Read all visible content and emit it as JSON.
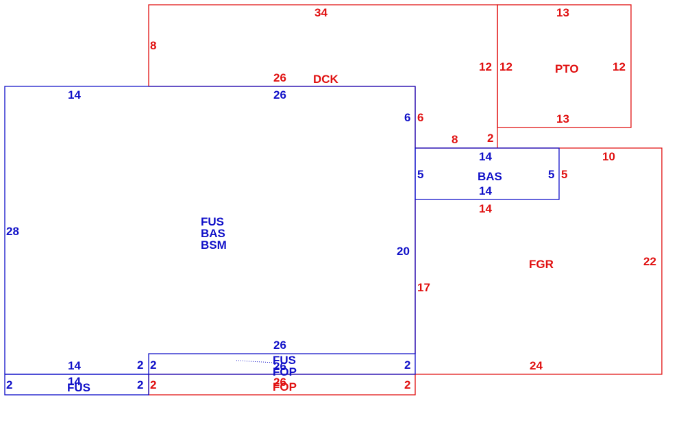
{
  "colors": {
    "red": "#e01010",
    "blue": "#1010c8",
    "dotted": "#1010c8"
  },
  "areas": {
    "dck": "DCK",
    "pto": "PTO",
    "fgr": "FGR",
    "bas_small": "BAS",
    "main_fus": "FUS",
    "main_bas": "BAS",
    "main_bsm": "BSM",
    "strip_fus": "FUS",
    "strip_fop": "FOP",
    "bottom_fop": "FOP",
    "left_fus": "FUS"
  },
  "dimensions": {
    "dck_top": "34",
    "dck_left": "8",
    "dck_bottom": "26",
    "dck_right": "12",
    "pto_top": "13",
    "pto_left": "12",
    "pto_right": "12",
    "pto_bottom": "13",
    "main_top_left": "14",
    "main_top_mid": "26",
    "main_right_upper_blue": "6",
    "main_right_upper_red": "6",
    "main_left": "28",
    "main_right_lower": "20",
    "connector_top": "8",
    "connector_small": "2",
    "bas_small_top": "14",
    "bas_small_left": "5",
    "bas_small_right_blue": "5",
    "bas_small_right_red": "5",
    "bas_small_bottom_blue": "14",
    "bas_small_bottom_red": "14",
    "fgr_top": "10",
    "fgr_right": "22",
    "fgr_left": "17",
    "fgr_bottom": "24",
    "strip_top": "26",
    "strip_left_a": "2",
    "strip_left_b": "2",
    "strip_right": "2",
    "left_fus_top": "14",
    "left_fus_top_b": "14",
    "left_fus_left": "2",
    "left_fus_right": "2",
    "bottom_left": "2",
    "bottom_right": "2",
    "bottom_mid": "26",
    "strip_mid_blue": "26"
  }
}
